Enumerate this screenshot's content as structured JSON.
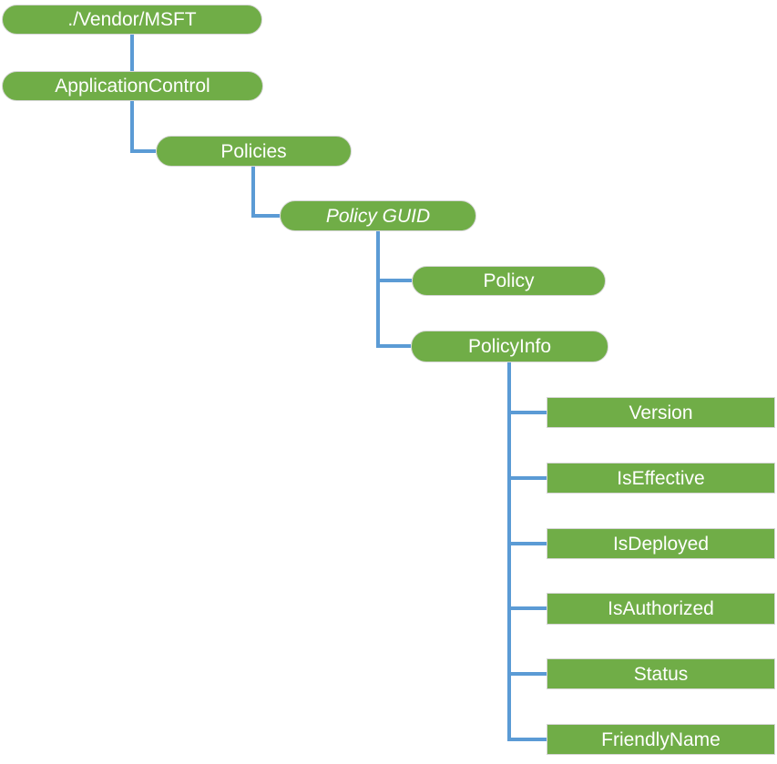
{
  "colors": {
    "node_fill": "#70AD47",
    "node_border": "#D6D6D6",
    "connector": "#5B9BD5",
    "node_text": "#FFFFFF",
    "background": "#FFFFFF"
  },
  "nodes": {
    "vendor_msft": {
      "label": "./Vendor/MSFT"
    },
    "application_control": {
      "label": "ApplicationControl"
    },
    "policies": {
      "label": "Policies"
    },
    "policy_guid": {
      "label": "Policy GUID"
    },
    "policy": {
      "label": "Policy"
    },
    "policy_info": {
      "label": "PolicyInfo"
    },
    "version": {
      "label": "Version"
    },
    "is_effective": {
      "label": "IsEffective"
    },
    "is_deployed": {
      "label": "IsDeployed"
    },
    "is_authorized": {
      "label": "IsAuthorized"
    },
    "status": {
      "label": "Status"
    },
    "friendly_name": {
      "label": "FriendlyName"
    }
  }
}
